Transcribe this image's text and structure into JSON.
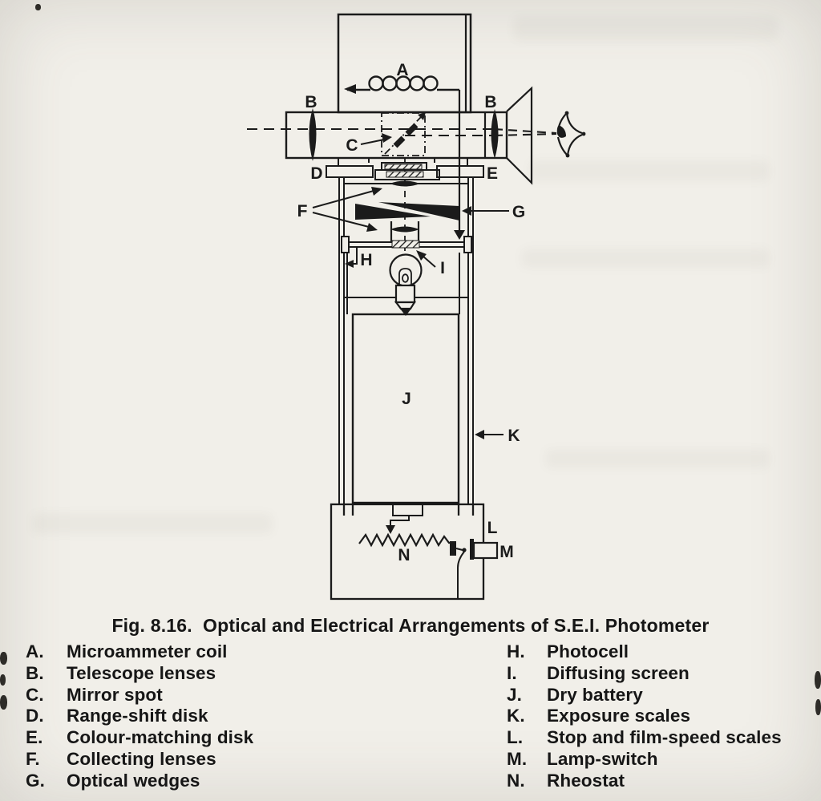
{
  "page": {
    "paper_color": "#f1efe9",
    "ink_color": "#1b1b1b"
  },
  "caption": "Fig. 8.16.  Optical and Electrical Arrangements of S.E.I. Photometer",
  "diagram": {
    "labels": {
      "A": "A",
      "B": "B",
      "C": "C",
      "D": "D",
      "E": "E",
      "F": "F",
      "G": "G",
      "H": "H",
      "I": "I",
      "J": "J",
      "K": "K",
      "L": "L",
      "M": "M",
      "N": "N"
    }
  },
  "legend": {
    "left": [
      {
        "key": "A.",
        "label": "Microammeter coil"
      },
      {
        "key": "B.",
        "label": "Telescope lenses"
      },
      {
        "key": "C.",
        "label": "Mirror spot"
      },
      {
        "key": "D.",
        "label": "Range-shift disk"
      },
      {
        "key": "E.",
        "label": "Colour-matching disk"
      },
      {
        "key": "F.",
        "label": "Collecting lenses"
      },
      {
        "key": "G.",
        "label": "Optical wedges"
      }
    ],
    "right": [
      {
        "key": "H.",
        "label": "Photocell"
      },
      {
        "key": "I.",
        "label": "Diffusing screen"
      },
      {
        "key": "J.",
        "label": "Dry battery"
      },
      {
        "key": "K.",
        "label": "Exposure scales"
      },
      {
        "key": "L.",
        "label": "Stop and film-speed scales"
      },
      {
        "key": "M.",
        "label": "Lamp-switch"
      },
      {
        "key": "N.",
        "label": "Rheostat"
      }
    ]
  }
}
